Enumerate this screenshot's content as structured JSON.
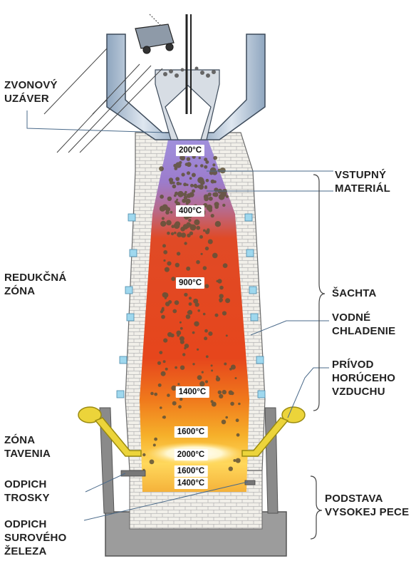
{
  "labels": {
    "zvonovy_uzaver": [
      "ZVONOVÝ",
      "UZÁVER"
    ],
    "redukcna_zona": [
      "REDUKČNÁ",
      "ZÓNA"
    ],
    "zona_tavenia": [
      "ZÓNA",
      "TAVENIA"
    ],
    "odpich_trosky": [
      "ODPICH",
      "TROSKY"
    ],
    "odpich_zeleza": [
      "ODPICH",
      "SUROVÉHO",
      "ŽELEZA"
    ],
    "vstupny_material": [
      "VSTUPNÝ",
      "MATERIÁL"
    ],
    "sachta": [
      "ŠACHTA"
    ],
    "vodne_chladenie": [
      "VODNÉ",
      "CHLADENIE"
    ],
    "privod": [
      "PRÍVOD",
      "HORÚCEHO",
      "VZDUCHU"
    ],
    "podstava": [
      "PODSTAVA",
      "VYSOKEJ PECE"
    ]
  },
  "temperatures": [
    "200°C",
    "400°C",
    "900°C",
    "1400°C",
    "1600°C",
    "2000°C",
    "1600°C",
    "1400°C"
  ],
  "colors": {
    "top_purple": "#9a86d8",
    "mid_red": "#e0421c",
    "hot_orange": "#f5a623",
    "hot_yellow": "#ffe070",
    "white_hot": "#fffbe8",
    "brick": "#f1efe9",
    "cooling_block": "#9fd8ee",
    "gray_steel": "#8a8a8a",
    "yellow_pipe": "#ecd43a",
    "ore_dot": "#5f5238"
  }
}
